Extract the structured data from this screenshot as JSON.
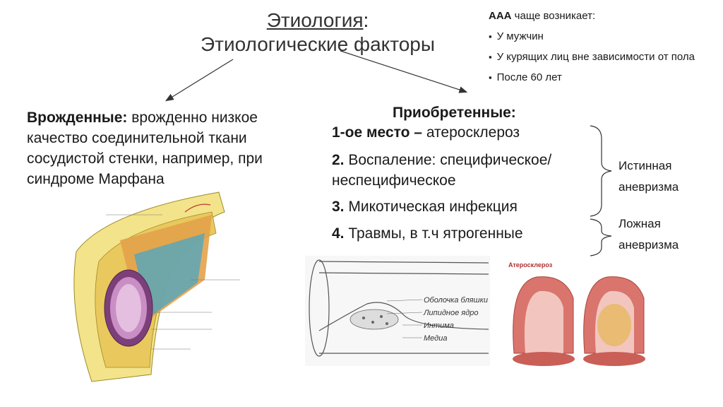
{
  "title": {
    "heading": "Этиология",
    "colon": ":",
    "subheading": "Этиологические факторы"
  },
  "note": {
    "prefix": "ААА",
    "text": " чаще возникает:",
    "items": [
      "У мужчин",
      "У курящих лиц вне зависимости от пола",
      "После 60 лет"
    ]
  },
  "congenital": {
    "label": "Врожденные:",
    "text": " врожденно низкое качество соединительной ткани сосудистой стенки, например, при синдроме Марфана"
  },
  "acquired": {
    "label": "Приобретенные:",
    "items": [
      {
        "bold": "1-ое место –",
        "text": " атеросклероз"
      },
      {
        "bold": "2.",
        "text": " Воспаление: специфическое/неспецифическое"
      },
      {
        "bold": "3.",
        "text": " Микотическая инфекция"
      },
      {
        "bold": "4.",
        "text": " Травмы, в т.ч ятрогенные"
      }
    ]
  },
  "aneurysm_types": {
    "true": "Истинная аневризма",
    "false": "Ложная аневризма"
  },
  "plaque_figure": {
    "labels": [
      "Оболочка бляшки",
      "Липидное ядро",
      "Интима",
      "Медиа"
    ]
  },
  "athero_figure": {
    "title": "Атеросклероз"
  }
}
